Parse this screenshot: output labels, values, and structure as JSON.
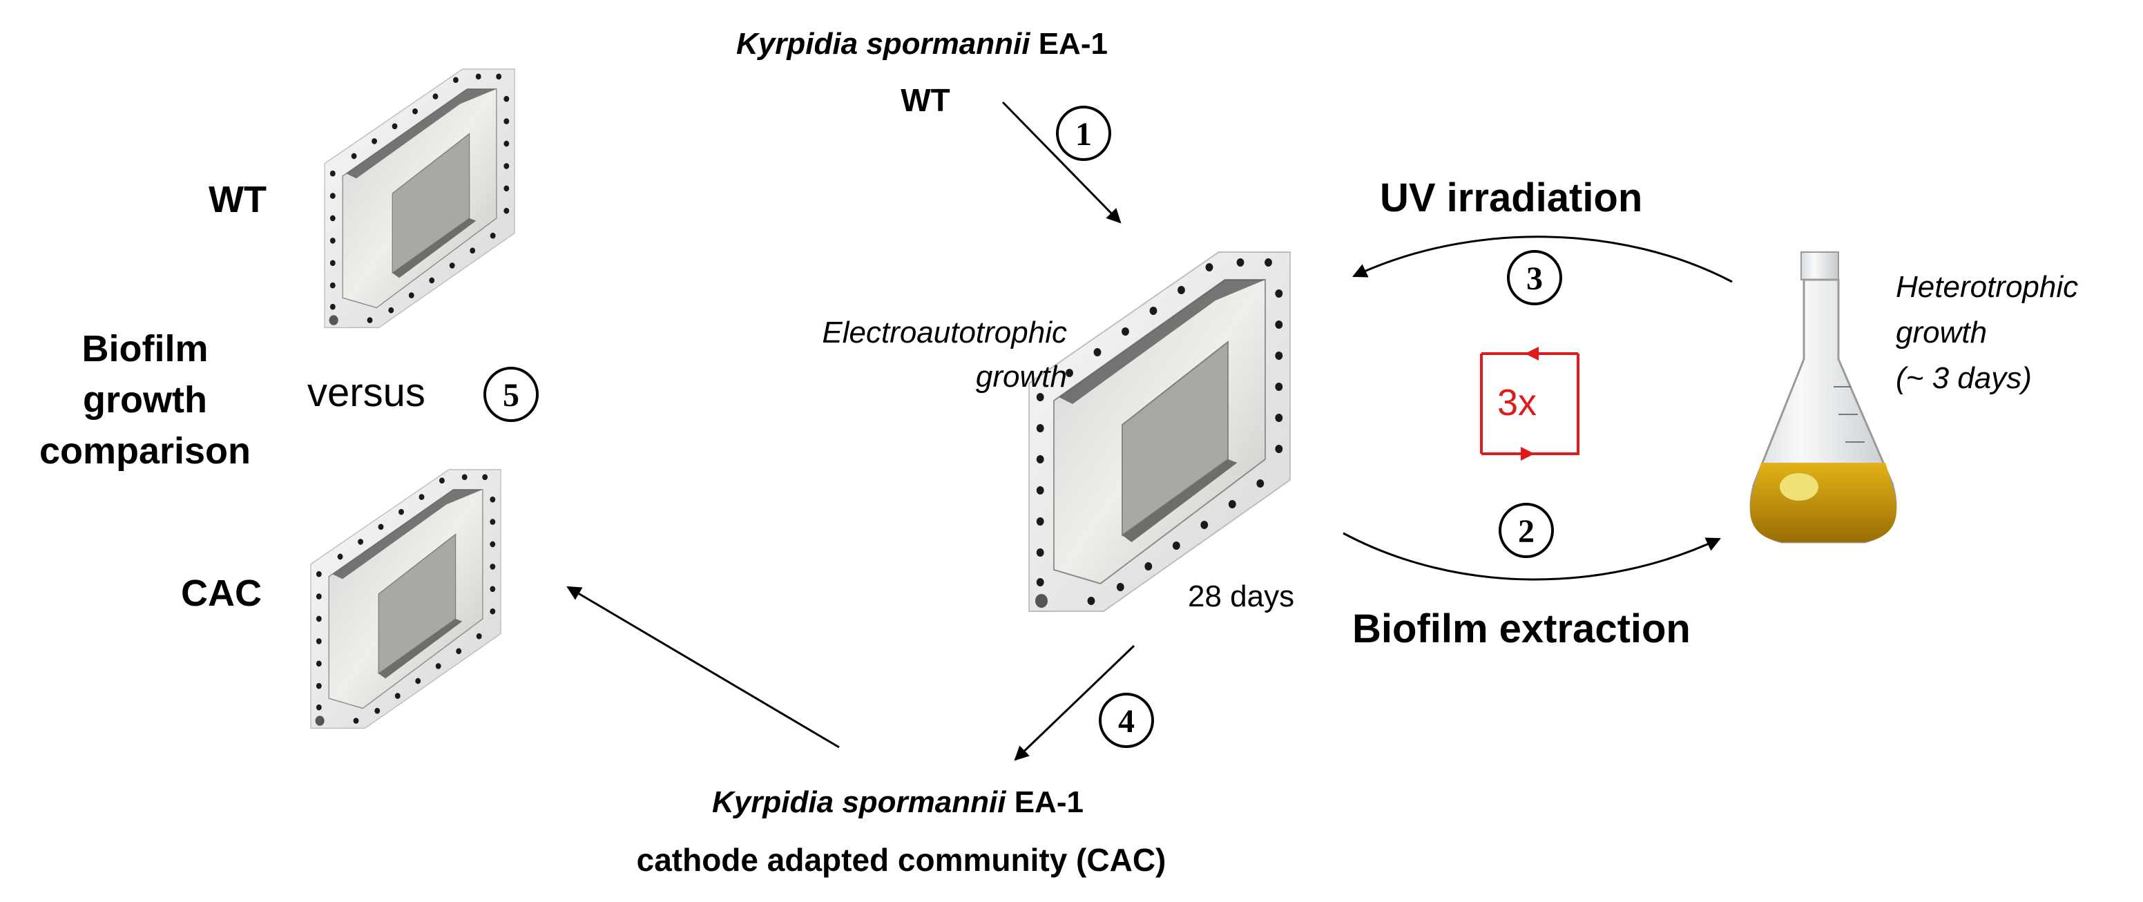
{
  "labels": {
    "top_species": "Kyrpidia spormannii",
    "top_strain": "EA-1",
    "top_wt": "WT",
    "uv": "UV irradiation",
    "hetero_1": "Heterotrophic",
    "hetero_2": "growth",
    "hetero_3": "(~ 3 days)",
    "electro_1": "Electroautotrophic",
    "electro_2": "growth",
    "days": "28 days",
    "extraction": "Biofilm extraction",
    "loop": "3x",
    "bottom_species": "Kyrpidia spormannii",
    "bottom_strain": "EA-1",
    "bottom_cac": "cathode adapted community (CAC)",
    "left_wt": "WT",
    "left_cac": "CAC",
    "comparison_1": "Biofilm",
    "comparison_2": "growth",
    "comparison_3": "comparison",
    "versus": "versus"
  },
  "steps": [
    "1",
    "2",
    "3",
    "4",
    "5"
  ],
  "colors": {
    "loop_red": "#dd1b1b",
    "liquid": "#c99a0c"
  },
  "icons": [
    "reactor-icon",
    "flask-icon",
    "arrow-icon"
  ]
}
